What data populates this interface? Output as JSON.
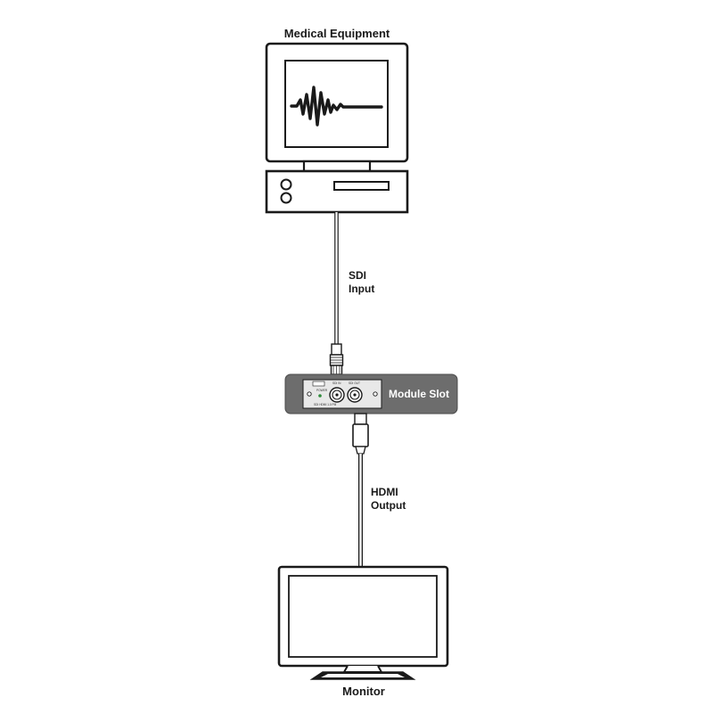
{
  "labels": {
    "medical_equipment": "Medical Equipment",
    "sdi_line1": "SDI",
    "sdi_line2": "Input",
    "module_slot": "Module Slot",
    "hdmi_line1": "HDMI",
    "hdmi_line2": "Output",
    "monitor": "Monitor"
  },
  "module_panel": {
    "power": "POWER",
    "sdi_in": "SDI IN",
    "sdi_out": "SDI OUT",
    "model": "SDI HDMI 1.0 PM"
  },
  "colors": {
    "outline": "#1a1a1a",
    "module_fill": "#6d6d6d",
    "module_inner": "#e8e8e8",
    "led": "#2e8b3a"
  }
}
